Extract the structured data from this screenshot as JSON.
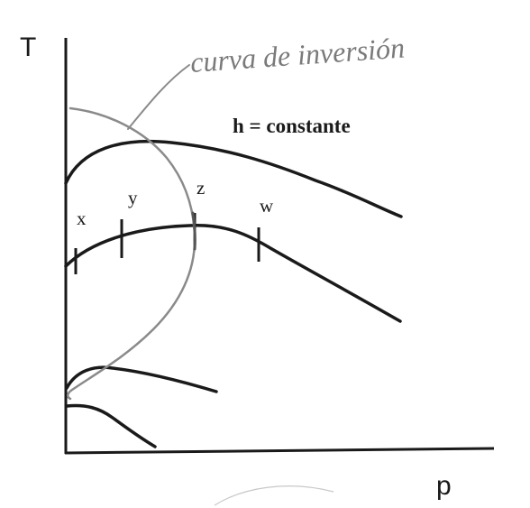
{
  "diagram": {
    "axis_y_label": "T",
    "axis_x_label": "p",
    "enthalpy_label": "h = constante",
    "inversion_label": "curva de inversión",
    "point_labels": {
      "x": "x",
      "y": "y",
      "z": "z",
      "w": "w"
    },
    "colors": {
      "ink": "#1a1a1a",
      "pencil": "#8a8a8a",
      "handwriting": "#7a7a7a"
    }
  }
}
